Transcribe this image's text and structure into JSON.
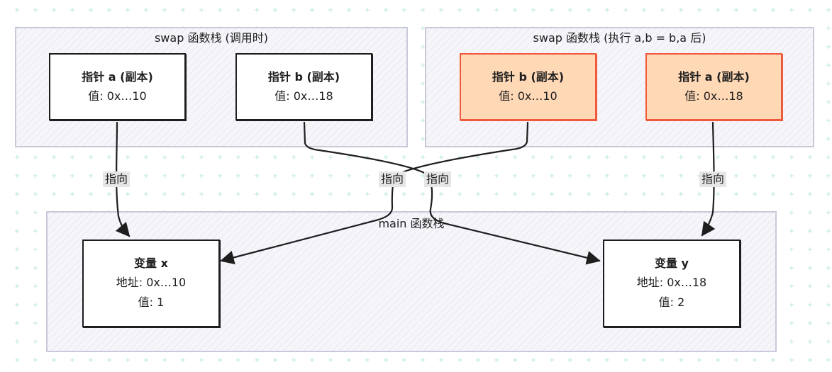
{
  "frames": {
    "swap_call": {
      "title": "swap 函数栈 (调用时)"
    },
    "swap_after": {
      "title": "swap 函数栈 (执行 a,b = b,a 后)"
    },
    "main": {
      "title": "main 函数栈"
    }
  },
  "boxes": {
    "ptr_a_call": {
      "title": "指针 a (副本)",
      "value": "值: 0x…10"
    },
    "ptr_b_call": {
      "title": "指针 b (副本)",
      "value": "值: 0x…18"
    },
    "ptr_b_after": {
      "title": "指针 b (副本)",
      "value": "值: 0x…10"
    },
    "ptr_a_after": {
      "title": "指针 a (副本)",
      "value": "值: 0x…18"
    },
    "var_x": {
      "title": "变量 x",
      "addr": "地址: 0x…10",
      "value": "值: 1"
    },
    "var_y": {
      "title": "变量 y",
      "addr": "地址: 0x…18",
      "value": "值: 2"
    }
  },
  "edges": {
    "a_call_to_x": "指向",
    "b_call_to_y": "指向",
    "b_after_to_x": "指向",
    "a_after_to_y": "指向"
  },
  "colors": {
    "stroke": "#1e1e1e",
    "highlight_stroke": "#f05a3c",
    "highlight_fill": "#ffd8b6",
    "frame_border": "#c9c9d9",
    "grid_plus": "#c5ece0",
    "label_bg": "#e6e6e6"
  }
}
